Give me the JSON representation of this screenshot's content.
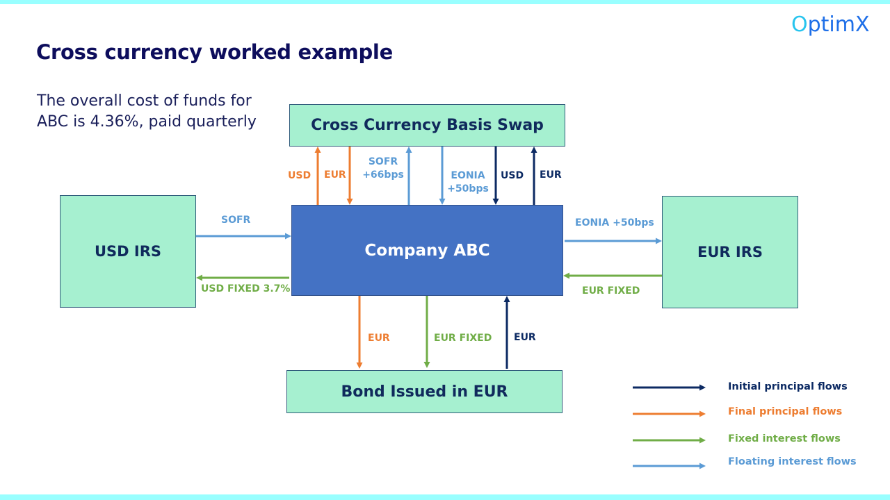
{
  "slide": {
    "title": "Cross currency worked example",
    "subtitle": "The overall cost of funds for ABC is 4.36%, paid quarterly",
    "logo": {
      "prefix": "O",
      "rest": "ptimX"
    }
  },
  "colors": {
    "initial_principal": "#0c2a63",
    "final_principal": "#ed7d31",
    "fixed_interest": "#70ad47",
    "floating_interest": "#5b9bd5",
    "entity_fill": "#a6f0d0",
    "company_fill": "#4472c4",
    "accent_band": "#99ffff"
  },
  "entities": {
    "swap": "Cross Currency Basis Swap",
    "company": "Company ABC",
    "usd_irs": "USD IRS",
    "eur_irs": "EUR IRS",
    "bond": "Bond Issued in EUR"
  },
  "flows": {
    "swap_usd_final": "USD",
    "swap_eur_final": "EUR",
    "swap_sofr": "SOFR +66bps",
    "swap_eonia": "EONIA +50bps",
    "swap_usd_initial": "USD",
    "swap_eur_initial": "EUR",
    "usd_irs_sofr": "SOFR",
    "usd_irs_fixed": "USD FIXED 3.7%",
    "eur_irs_eonia": "EONIA +50bps",
    "eur_irs_fixed": "EUR FIXED",
    "bond_eur_final": "EUR",
    "bond_eur_fixed": "EUR FIXED",
    "bond_eur_initial": "EUR"
  },
  "legend": [
    {
      "label": "Initial principal flows",
      "type": "initial_principal"
    },
    {
      "label": "Final principal flows",
      "type": "final_principal"
    },
    {
      "label": "Fixed interest flows",
      "type": "fixed_interest"
    },
    {
      "label": "Floating interest flows",
      "type": "floating_interest"
    }
  ]
}
